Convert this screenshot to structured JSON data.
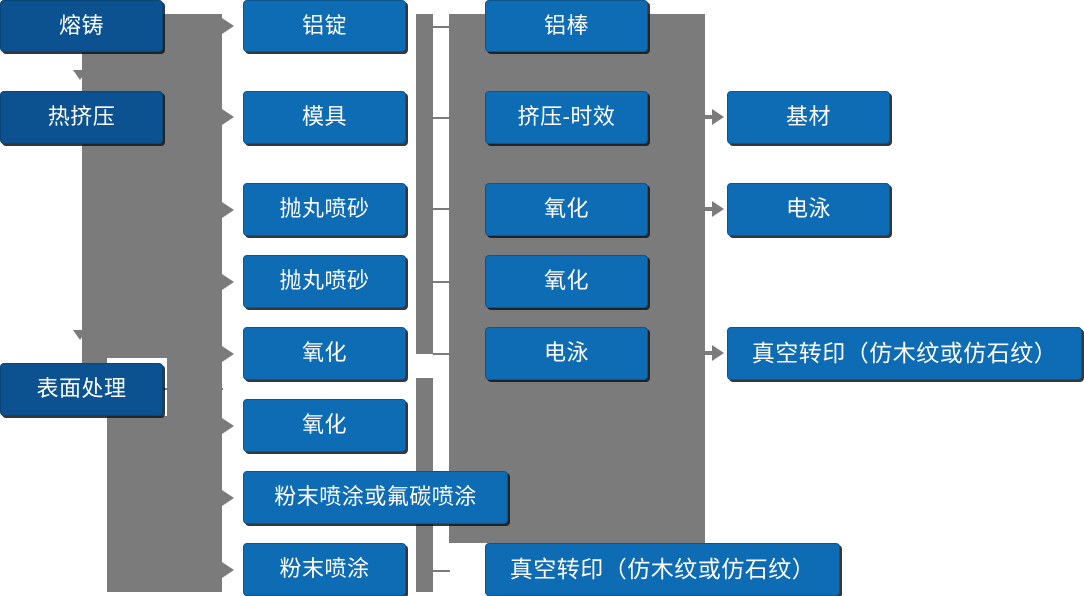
{
  "diagram": {
    "title": "aluminum-profile-process-flow",
    "colors": {
      "stage_box": "#0C5291",
      "step_box": "#0E6CB4",
      "connector": "#7B7B7B",
      "background": "#FFFFFF",
      "text": "#FFFFFF"
    },
    "stages": [
      {
        "id": "stage-melt-cast",
        "label": "熔铸"
      },
      {
        "id": "stage-hot-extrude",
        "label": "热挤压"
      },
      {
        "id": "stage-surface",
        "label": "表面处理"
      }
    ],
    "column2": [
      {
        "id": "col2-ingot",
        "label": "铝锭"
      },
      {
        "id": "col2-die",
        "label": "模具"
      },
      {
        "id": "col2-shotblast-1",
        "label": "抛丸喷砂"
      },
      {
        "id": "col2-shotblast-2",
        "label": "抛丸喷砂"
      },
      {
        "id": "col2-oxidation-1",
        "label": "氧化"
      },
      {
        "id": "col2-oxidation-2",
        "label": "氧化"
      },
      {
        "id": "col2-powder-or-pvdf",
        "label": "粉末喷涂或氟碳喷涂"
      },
      {
        "id": "col2-powder",
        "label": "粉末喷涂"
      }
    ],
    "column3": [
      {
        "id": "col3-bar",
        "label": "铝棒"
      },
      {
        "id": "col3-extrude-age",
        "label": "挤压-时效"
      },
      {
        "id": "col3-oxidation-1",
        "label": "氧化"
      },
      {
        "id": "col3-oxidation-2",
        "label": "氧化"
      },
      {
        "id": "col3-electro",
        "label": "电泳"
      },
      {
        "id": "col3-vacuum-print",
        "label": "真空转印（仿木纹或仿石纹）"
      }
    ],
    "column4": [
      {
        "id": "col4-substrate",
        "label": "基材"
      },
      {
        "id": "col4-electro",
        "label": "电泳"
      },
      {
        "id": "col4-vacuum-print",
        "label": "真空转印（仿木纹或仿石纹）"
      }
    ]
  }
}
